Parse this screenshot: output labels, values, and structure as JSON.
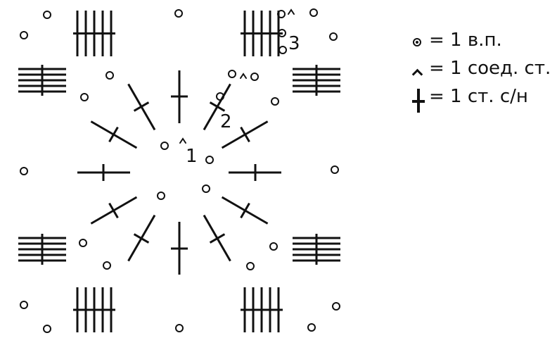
{
  "diagram": {
    "row_labels": {
      "round1": "1",
      "round2": "2",
      "round3": "3"
    },
    "symbol_color": "#111111"
  },
  "legend": {
    "items": [
      {
        "symbol": "chain-stitch-icon",
        "text": "= 1 в.п."
      },
      {
        "symbol": "slip-stitch-icon",
        "text": "= 1 соед. ст."
      },
      {
        "symbol": "double-crochet-icon",
        "text": "= 1 ст. с/н"
      }
    ]
  }
}
